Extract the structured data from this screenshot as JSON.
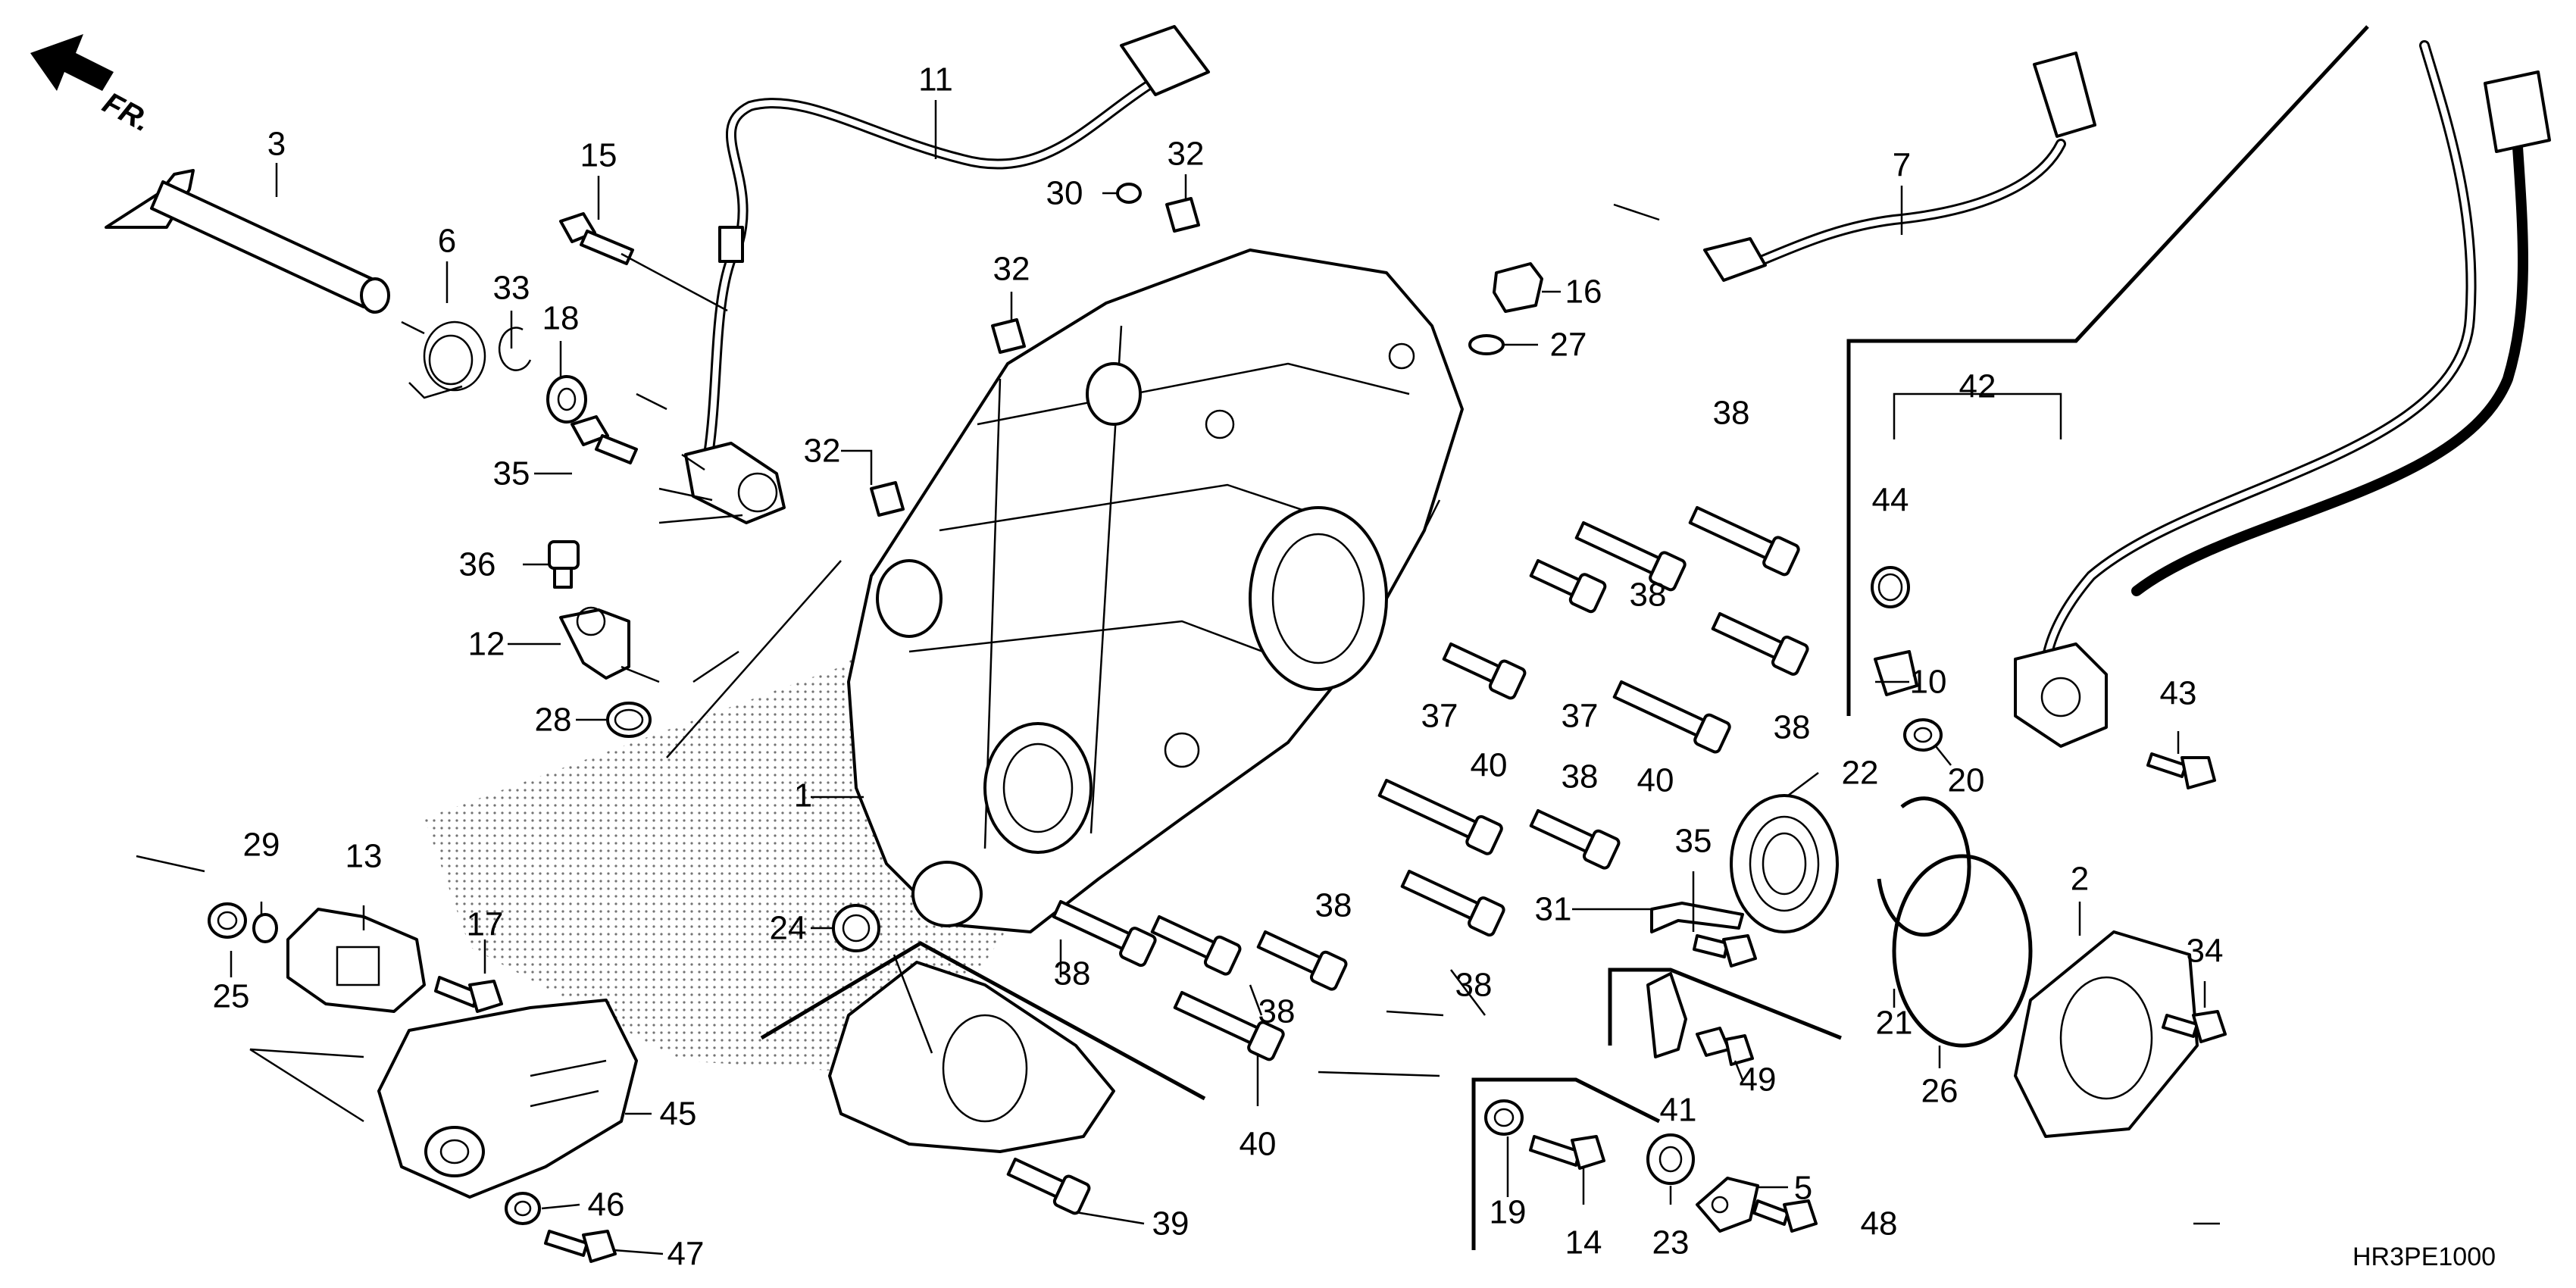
{
  "diagram": {
    "direction_marker": {
      "text": "FR.",
      "icon": "front-arrow-icon"
    },
    "code": "HR3PE1000",
    "part_numbers": [
      "1",
      "2",
      "3",
      "5",
      "6",
      "7",
      "10",
      "11",
      "12",
      "13",
      "14",
      "15",
      "16",
      "17",
      "18",
      "19",
      "20",
      "21",
      "22",
      "23",
      "24",
      "25",
      "26",
      "27",
      "28",
      "29",
      "30",
      "31",
      "32",
      "33",
      "34",
      "35",
      "36",
      "37",
      "38",
      "39",
      "40",
      "41",
      "42",
      "43",
      "44",
      "45",
      "46",
      "47",
      "48",
      "49"
    ]
  }
}
